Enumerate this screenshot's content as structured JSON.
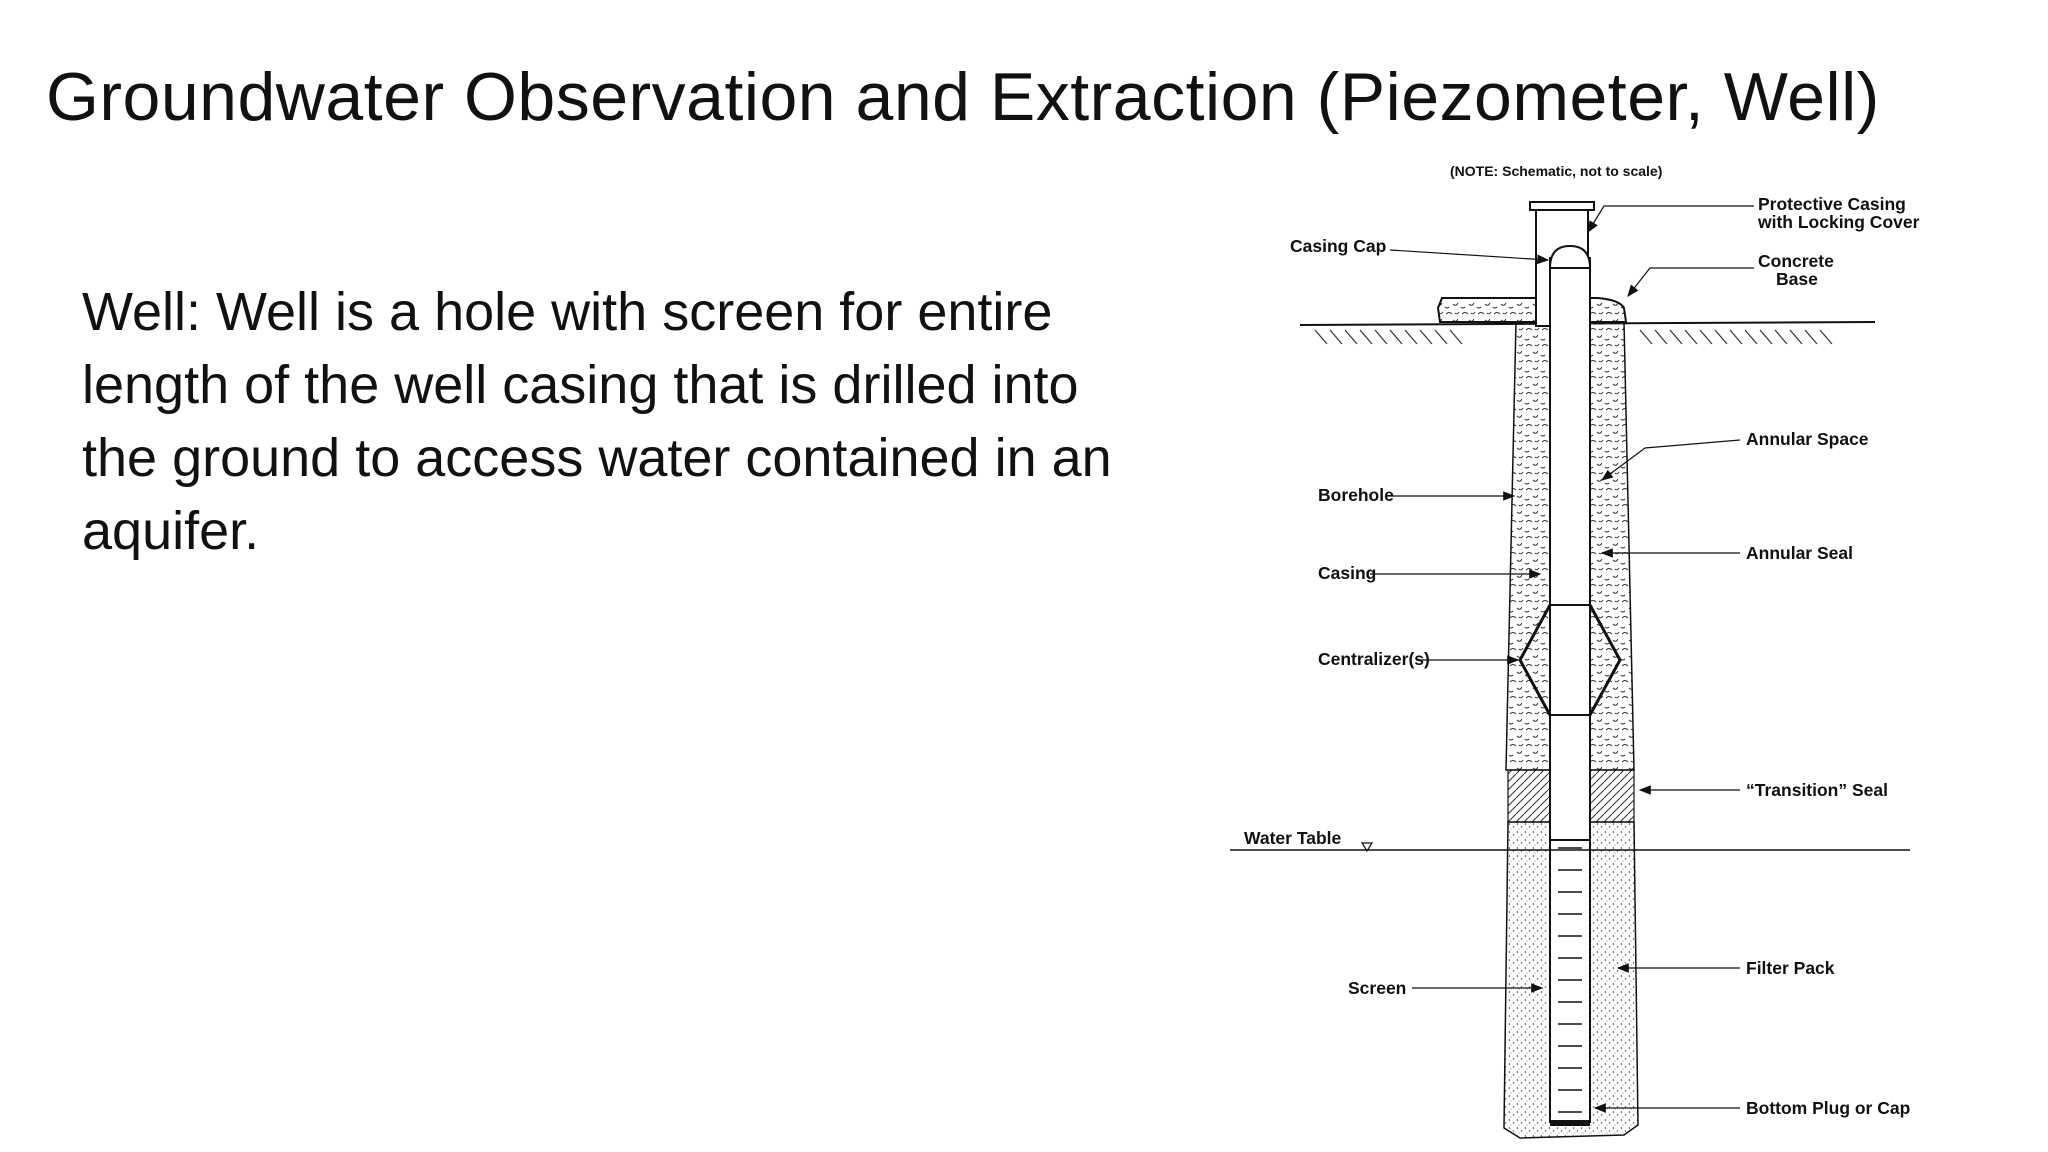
{
  "slide": {
    "title": "Groundwater Observation and Extraction (Piezometer, Well)",
    "body": "Well: Well is a hole with screen for entire length of the well casing that is drilled into the ground to access water contained in an aquifer."
  },
  "diagram": {
    "note": "(NOTE:  Schematic,  not  to  scale)",
    "labels": {
      "protective_casing_1": "Protective  Casing",
      "protective_casing_2": "with  Locking  Cover",
      "concrete_base_1": "Concrete",
      "concrete_base_2": "Base",
      "casing_cap": "Casing  Cap",
      "annular_space": "Annular  Space",
      "borehole": "Borehole",
      "annular_seal": "Annular  Seal",
      "casing": "Casing",
      "centralizers": "Centralizer(s)",
      "transition_seal": "“Transition”  Seal",
      "water_table": "Water  Table",
      "filter_pack": "Filter  Pack",
      "screen": "Screen",
      "bottom_plug": "Bottom  Plug  or  Cap"
    }
  }
}
